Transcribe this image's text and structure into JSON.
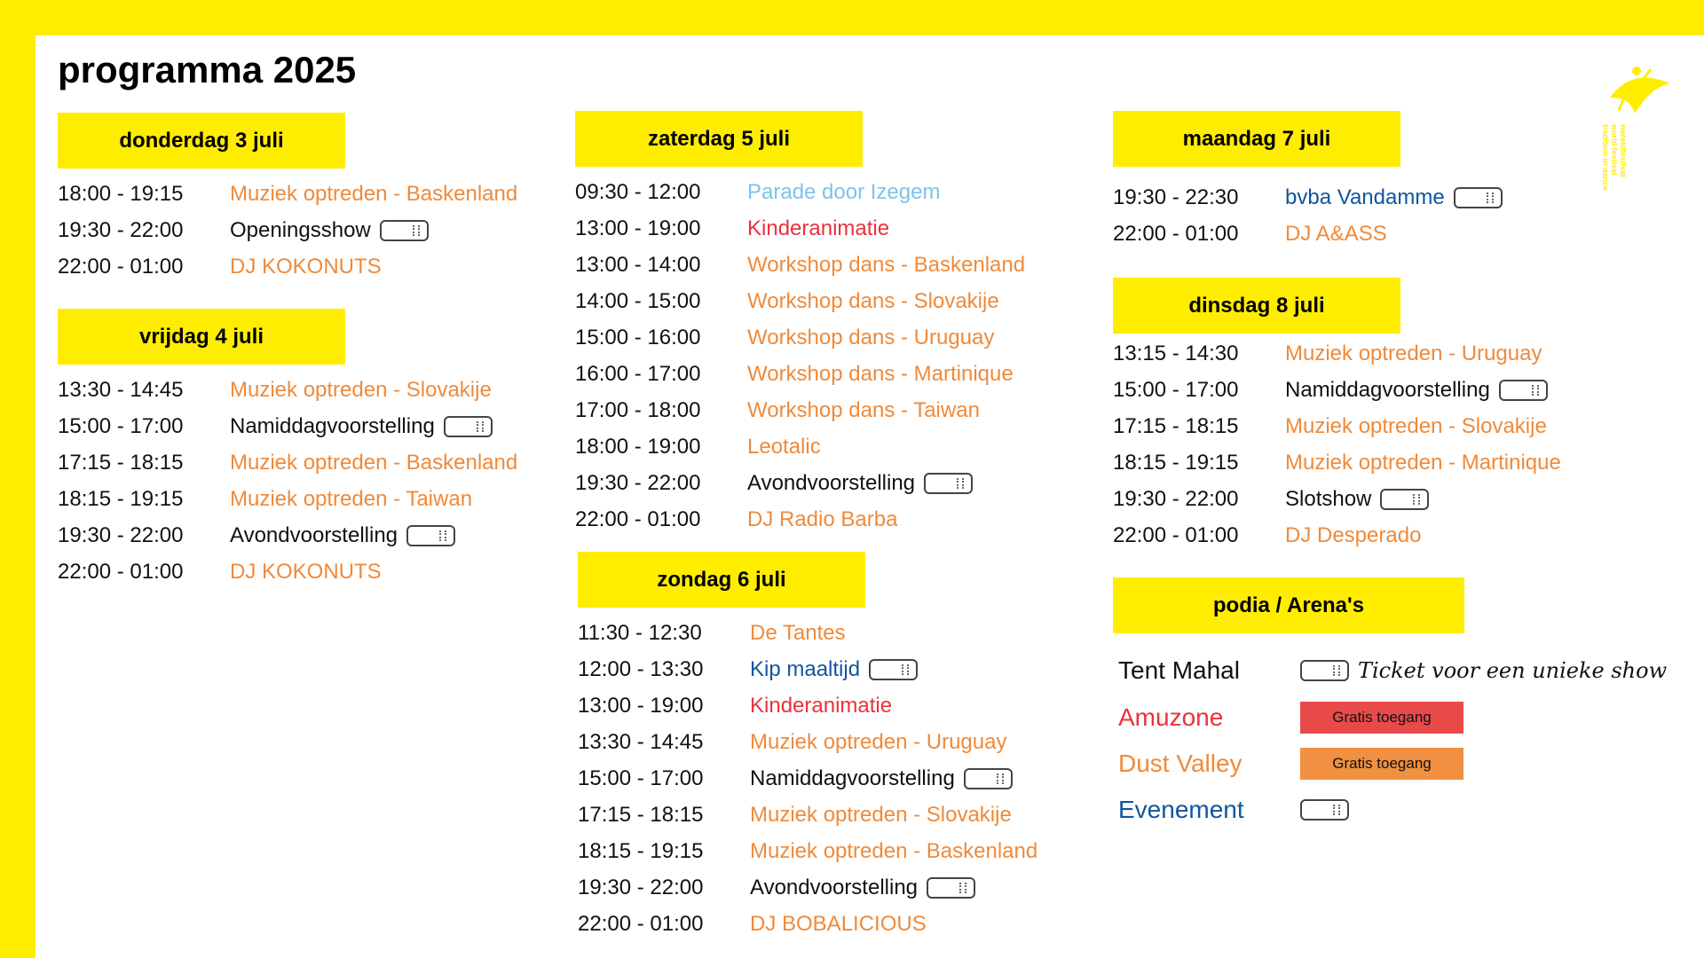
{
  "title": "programma 2025",
  "logo": {
    "lines": [
      "wereldfestival",
      "world festival",
      "tradition in dance"
    ]
  },
  "colors": {
    "orange": "#ef8a3a",
    "black": "#111111",
    "lightblue": "#7cc3ea",
    "red": "#e8323c",
    "blue": "#1155a0",
    "yellow": "#ffed00",
    "badge_red": "#e84a4a",
    "badge_orange": "#f09040"
  },
  "days": [
    {
      "label": "donderdag 3 juli",
      "rows": [
        {
          "time": "18:00 - 19:15",
          "event": "Muziek optreden - Baskenland",
          "venue": "orange",
          "ticket": false
        },
        {
          "time": "19:30 - 22:00",
          "event": "Openingsshow",
          "venue": "black",
          "ticket": true
        },
        {
          "time": "22:00 - 01:00",
          "event": "DJ KOKONUTS",
          "venue": "orange",
          "ticket": false
        }
      ]
    },
    {
      "label": "vrijdag 4 juli",
      "rows": [
        {
          "time": "13:30 - 14:45",
          "event": "Muziek optreden - Slovakije",
          "venue": "orange",
          "ticket": false
        },
        {
          "time": "15:00 - 17:00",
          "event": "Namiddagvoorstelling",
          "venue": "black",
          "ticket": true
        },
        {
          "time": "17:15 - 18:15",
          "event": "Muziek optreden - Baskenland",
          "venue": "orange",
          "ticket": false
        },
        {
          "time": "18:15 - 19:15",
          "event": "Muziek optreden - Taiwan",
          "venue": "orange",
          "ticket": false
        },
        {
          "time": "19:30 - 22:00",
          "event": "Avondvoorstelling",
          "venue": "black",
          "ticket": true
        },
        {
          "time": "22:00 - 01:00",
          "event": "DJ KOKONUTS",
          "venue": "orange",
          "ticket": false
        }
      ]
    },
    {
      "label": "zaterdag 5 juli",
      "rows": [
        {
          "time": "09:30 - 12:00",
          "event": "Parade door Izegem",
          "venue": "lightblue",
          "ticket": false
        },
        {
          "time": "13:00 - 19:00",
          "event": "Kinderanimatie",
          "venue": "red",
          "ticket": false
        },
        {
          "time": "13:00 - 14:00",
          "event": "Workshop dans - Baskenland",
          "venue": "orange",
          "ticket": false
        },
        {
          "time": "14:00 - 15:00",
          "event": "Workshop dans - Slovakije",
          "venue": "orange",
          "ticket": false
        },
        {
          "time": "15:00 - 16:00",
          "event": "Workshop dans - Uruguay",
          "venue": "orange",
          "ticket": false
        },
        {
          "time": "16:00 - 17:00",
          "event": "Workshop dans - Martinique",
          "venue": "orange",
          "ticket": false
        },
        {
          "time": "17:00 - 18:00",
          "event": "Workshop dans - Taiwan",
          "venue": "orange",
          "ticket": false
        },
        {
          "time": "18:00 - 19:00",
          "event": "Leotalic",
          "venue": "orange",
          "ticket": false
        },
        {
          "time": "19:30 - 22:00",
          "event": "Avondvoorstelling",
          "venue": "black",
          "ticket": true
        },
        {
          "time": "22:00 - 01:00",
          "event": "DJ Radio Barba",
          "venue": "orange",
          "ticket": false
        }
      ]
    },
    {
      "label": "zondag 6 juli",
      "rows": [
        {
          "time": "11:30 - 12:30",
          "event": "De Tantes",
          "venue": "orange",
          "ticket": false
        },
        {
          "time": "12:00 - 13:30",
          "event": "Kip maaltijd",
          "venue": "blue",
          "ticket": true
        },
        {
          "time": "13:00 - 19:00",
          "event": "Kinderanimatie",
          "venue": "red",
          "ticket": false
        },
        {
          "time": "13:30 - 14:45",
          "event": "Muziek optreden - Uruguay",
          "venue": "orange",
          "ticket": false
        },
        {
          "time": "15:00 - 17:00",
          "event": "Namiddagvoorstelling",
          "venue": "black",
          "ticket": true
        },
        {
          "time": "17:15 - 18:15",
          "event": "Muziek optreden - Slovakije",
          "venue": "orange",
          "ticket": false
        },
        {
          "time": "18:15 - 19:15",
          "event": "Muziek optreden - Baskenland",
          "venue": "orange",
          "ticket": false
        },
        {
          "time": "19:30 - 22:00",
          "event": "Avondvoorstelling",
          "venue": "black",
          "ticket": true
        },
        {
          "time": "22:00 - 01:00",
          "event": "DJ BOBALICIOUS",
          "venue": "orange",
          "ticket": false
        }
      ]
    },
    {
      "label": "maandag 7 juli",
      "rows": [
        {
          "time": "19:30 - 22:30",
          "event": "bvba Vandamme",
          "venue": "blue",
          "ticket": true
        },
        {
          "time": "22:00 - 01:00",
          "event": "DJ A&ASS",
          "venue": "orange",
          "ticket": false
        }
      ]
    },
    {
      "label": "dinsdag 8 juli",
      "rows": [
        {
          "time": "13:15 - 14:30",
          "event": "Muziek optreden - Uruguay",
          "venue": "orange",
          "ticket": false
        },
        {
          "time": "15:00 - 17:00",
          "event": "Namiddagvoorstelling",
          "venue": "black",
          "ticket": true
        },
        {
          "time": "17:15 - 18:15",
          "event": "Muziek optreden - Slovakije",
          "venue": "orange",
          "ticket": false
        },
        {
          "time": "18:15 - 19:15",
          "event": "Muziek optreden - Martinique",
          "venue": "orange",
          "ticket": false
        },
        {
          "time": "19:30 - 22:00",
          "event": "Slotshow",
          "venue": "black",
          "ticket": true
        },
        {
          "time": "22:00 - 01:00",
          "event": "DJ Desperado",
          "venue": "orange",
          "ticket": false
        }
      ]
    }
  ],
  "legend": {
    "title": "podia  / Arena's",
    "items": [
      {
        "name": "Tent Mahal",
        "color": "#111111",
        "kind": "ticket",
        "note": "Ticket voor een unieke show"
      },
      {
        "name": "Amuzone",
        "color": "#e8323c",
        "kind": "badge",
        "badge_color": "#e84a4a",
        "badge_label": "Gratis toegang"
      },
      {
        "name": "Dust Valley",
        "color": "#ef8a3a",
        "kind": "badge",
        "badge_color": "#f09040",
        "badge_label": "Gratis toegang"
      },
      {
        "name": "Evenement",
        "color": "#1155a0",
        "kind": "ticket"
      }
    ]
  }
}
